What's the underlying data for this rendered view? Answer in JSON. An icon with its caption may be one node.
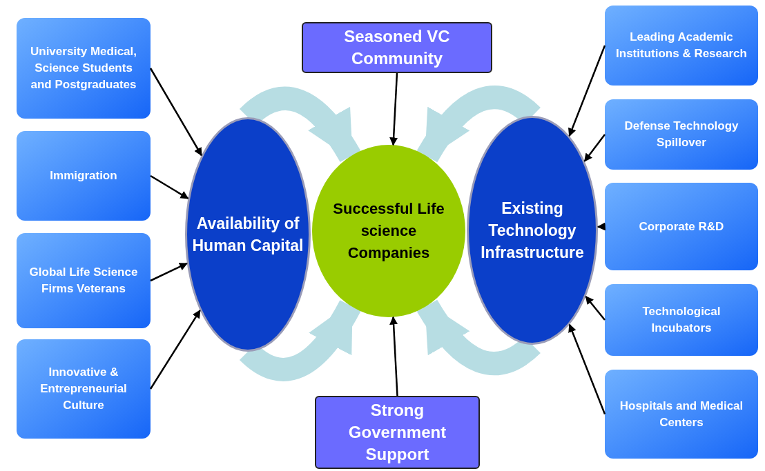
{
  "diagram": {
    "nodes": [
      {
        "text": [
          "University Medical, Science Students and Postgraduates"
        ]
      },
      {
        "text": [
          "Immigration"
        ]
      },
      {
        "text": [
          "Global Life Science Firms Veterans"
        ]
      },
      {
        "text": [
          "Innovative & Entrepreneurial Culture"
        ]
      },
      {
        "text": [
          "Seasoned VC Community"
        ]
      },
      {
        "text": [
          "Availability of Human Capital"
        ]
      },
      {
        "text": [
          "Successful Life science Companies"
        ]
      },
      {
        "text": [
          "Existing Technology Infrastructure"
        ]
      },
      {
        "text": [
          "Strong Government Support"
        ]
      },
      {
        "text": [
          "Leading Academic Institutions & Research"
        ]
      },
      {
        "text": [
          "Defense Technology Spillover"
        ]
      },
      {
        "text": [
          "Corporate R&D"
        ]
      },
      {
        "text": [
          "Technological Incubators"
        ]
      },
      {
        "text": [
          "Hospitals and Medical Centers"
        ]
      }
    ],
    "edges": [
      {
        "from": 0,
        "to": 5,
        "arrow": "to"
      },
      {
        "from": 1,
        "to": 5,
        "arrow": "to"
      },
      {
        "from": 2,
        "to": 5,
        "arrow": "to"
      },
      {
        "from": 3,
        "to": 5,
        "arrow": "to"
      },
      {
        "from": 4,
        "to": 6,
        "arrow": "to"
      },
      {
        "from": 8,
        "to": 6,
        "arrow": "to"
      },
      {
        "from": 9,
        "to": 7,
        "arrow": "to"
      },
      {
        "from": 10,
        "to": 7,
        "arrow": "to"
      },
      {
        "from": 11,
        "to": 7,
        "arrow": "to"
      },
      {
        "from": 12,
        "to": 7,
        "arrow": "to"
      },
      {
        "from": 13,
        "to": 7,
        "arrow": "to"
      },
      {
        "from": 5,
        "to": 6,
        "arrow": "to",
        "style": "thick",
        "color": "#b7dde3"
      },
      {
        "from": 7,
        "to": 6,
        "arrow": "to",
        "style": "thick",
        "color": "#b7dde3"
      },
      {
        "from": 5,
        "to": 6,
        "arrow": "to",
        "style": "thick",
        "color": "#b7dde3"
      },
      {
        "from": 7,
        "to": 6,
        "arrow": "to",
        "style": "thick",
        "color": "#b7dde3"
      }
    ]
  }
}
